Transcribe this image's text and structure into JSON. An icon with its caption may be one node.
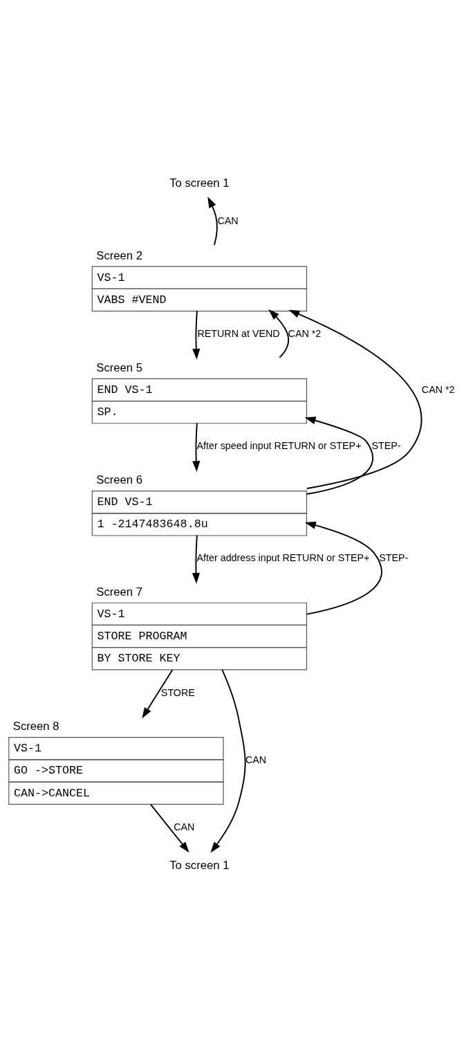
{
  "diagram": {
    "nodes": [
      {
        "text": [
          "To screen 1"
        ]
      },
      {
        "text": [
          "Screen 2",
          "VS-1",
          "VABS #VEND"
        ]
      },
      {
        "text": [
          "Screen 5",
          "END VS-1",
          "SP."
        ]
      },
      {
        "text": [
          "Screen 6",
          "END VS-1",
          "1 -2147483648.8u"
        ]
      },
      {
        "text": [
          "Screen 7",
          "VS-1",
          "STORE PROGRAM",
          "BY STORE KEY"
        ]
      },
      {
        "text": [
          "Screen 8",
          "VS-1",
          "GO ->STORE",
          "CAN->CANCEL"
        ]
      },
      {
        "text": [
          "To screen 1"
        ]
      }
    ],
    "edges": [
      {
        "from": 1,
        "to": 0,
        "arrow": "to",
        "label": "CAN"
      },
      {
        "from": 1,
        "to": 2,
        "arrow": "to",
        "label": "RETURN at VEND"
      },
      {
        "from": 2,
        "to": 1,
        "arrow": "to",
        "label": "CAN *2"
      },
      {
        "from": 2,
        "to": 3,
        "arrow": "to",
        "label": "After speed input RETURN or STEP+"
      },
      {
        "from": 3,
        "to": 2,
        "arrow": "to",
        "label": "STEP-"
      },
      {
        "from": 3,
        "to": 1,
        "arrow": "to",
        "label": "CAN *2"
      },
      {
        "from": 3,
        "to": 4,
        "arrow": "to",
        "label": "After address input RETURN or STEP+"
      },
      {
        "from": 4,
        "to": 3,
        "arrow": "to",
        "label": "STEP-"
      },
      {
        "from": 4,
        "to": 6,
        "arrow": "to",
        "label": "CAN"
      },
      {
        "from": 4,
        "to": 5,
        "arrow": "to",
        "label": "STORE"
      },
      {
        "from": 5,
        "to": 6,
        "arrow": "to",
        "label": "CAN"
      }
    ]
  }
}
